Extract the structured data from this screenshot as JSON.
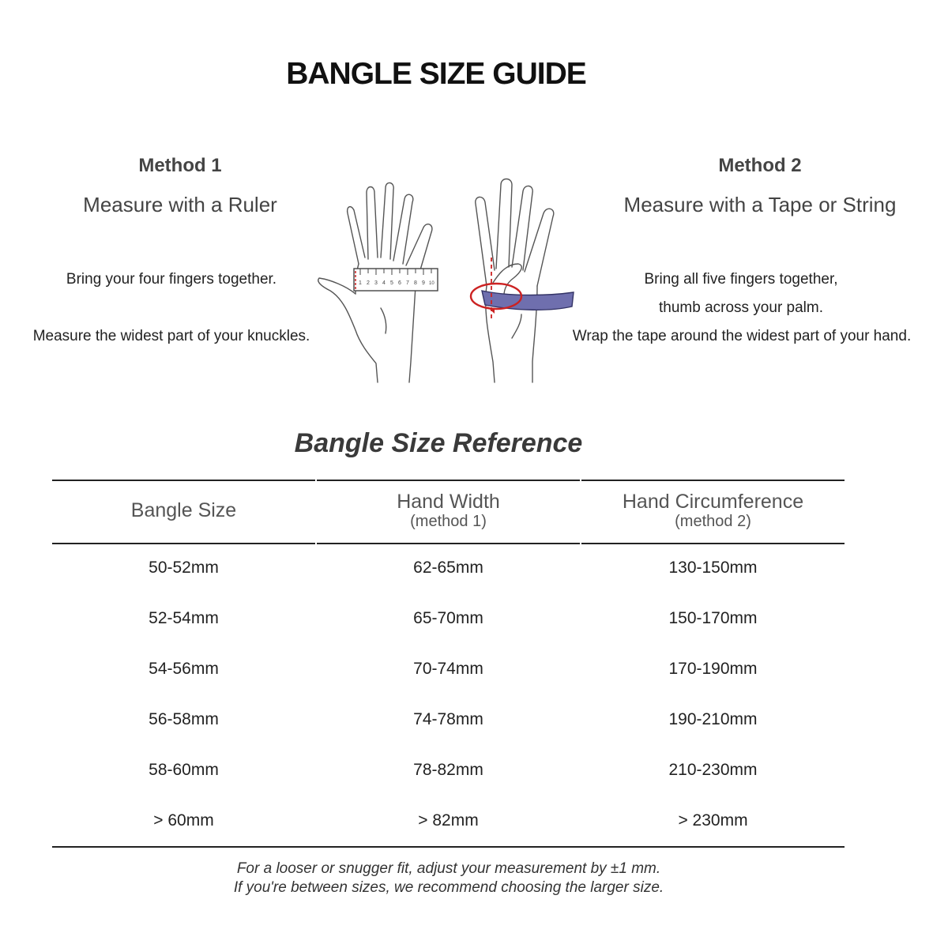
{
  "title": "BANGLE SIZE GUIDE",
  "method1": {
    "heading": "Method 1",
    "subheading": "Measure with a Ruler",
    "line1": "Bring your four fingers together.",
    "line2": "Measure the widest part of your knuckles."
  },
  "method2": {
    "heading": "Method 2",
    "subheading": "Measure with a Tape or String",
    "line1": "Bring all five fingers together,",
    "line2": "thumb across your palm.",
    "line3": "Wrap the tape around the widest part of your hand."
  },
  "ruler": {
    "ticks": [
      "1",
      "2",
      "3",
      "4",
      "5",
      "6",
      "7",
      "8",
      "9",
      "10"
    ]
  },
  "reference_title": "Bangle Size Reference",
  "table": {
    "headers": [
      {
        "label": "Bangle Size",
        "sub": ""
      },
      {
        "label": "Hand Width",
        "sub": "(method 1)"
      },
      {
        "label": "Hand Circumference",
        "sub": "(method 2)"
      }
    ],
    "rows": [
      [
        "50-52mm",
        "62-65mm",
        "130-150mm"
      ],
      [
        "52-54mm",
        "65-70mm",
        "150-170mm"
      ],
      [
        "54-56mm",
        "70-74mm",
        "170-190mm"
      ],
      [
        "56-58mm",
        "74-78mm",
        "190-210mm"
      ],
      [
        "58-60mm",
        "78-82mm",
        "210-230mm"
      ],
      [
        "> 60mm",
        "> 82mm",
        "> 230mm"
      ]
    ]
  },
  "notes": {
    "line1": "For a looser or snugger fit, adjust your measurement by ±1 mm.",
    "line2": "If you're between sizes, we recommend choosing the larger size."
  },
  "colors": {
    "tape": "#6f6fae",
    "arrow": "#cc2222"
  }
}
